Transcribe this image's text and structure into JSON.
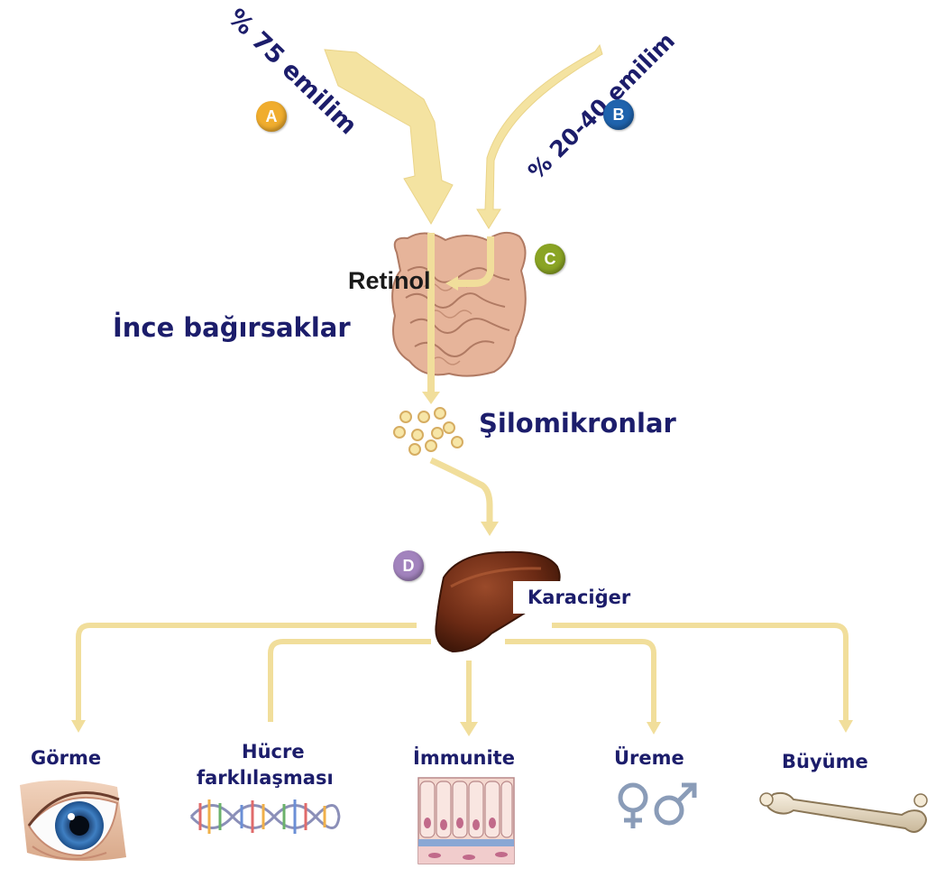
{
  "absorption": {
    "a_text": "% 75 emilim",
    "b_text": "% 20-40 emilim"
  },
  "badges": {
    "a": "A",
    "b": "B",
    "c": "C",
    "d": "D"
  },
  "intestine": {
    "retinol_label": "Retinol",
    "organ_label": "İnce bağırsaklar"
  },
  "chylomicrons": {
    "label": "Şilomikronlar"
  },
  "liver": {
    "label": "Karaciğer"
  },
  "functions": [
    {
      "key": "vision",
      "label": "Görme"
    },
    {
      "key": "differentiation",
      "label_line1": "Hücre",
      "label_line2": "farklılaşması"
    },
    {
      "key": "immunity",
      "label": "İmmunite"
    },
    {
      "key": "reproduction",
      "label": "Üreme"
    },
    {
      "key": "growth",
      "label": "Büyüme"
    }
  ],
  "colors": {
    "arrow": "#f4e3a1",
    "arrow_stroke": "#e6cf7e",
    "text": "#1c1d6b",
    "badge_a": "#f0ad2e",
    "badge_b": "#1f63ad",
    "badge_c": "#8aa424",
    "badge_d": "#a283bd"
  }
}
